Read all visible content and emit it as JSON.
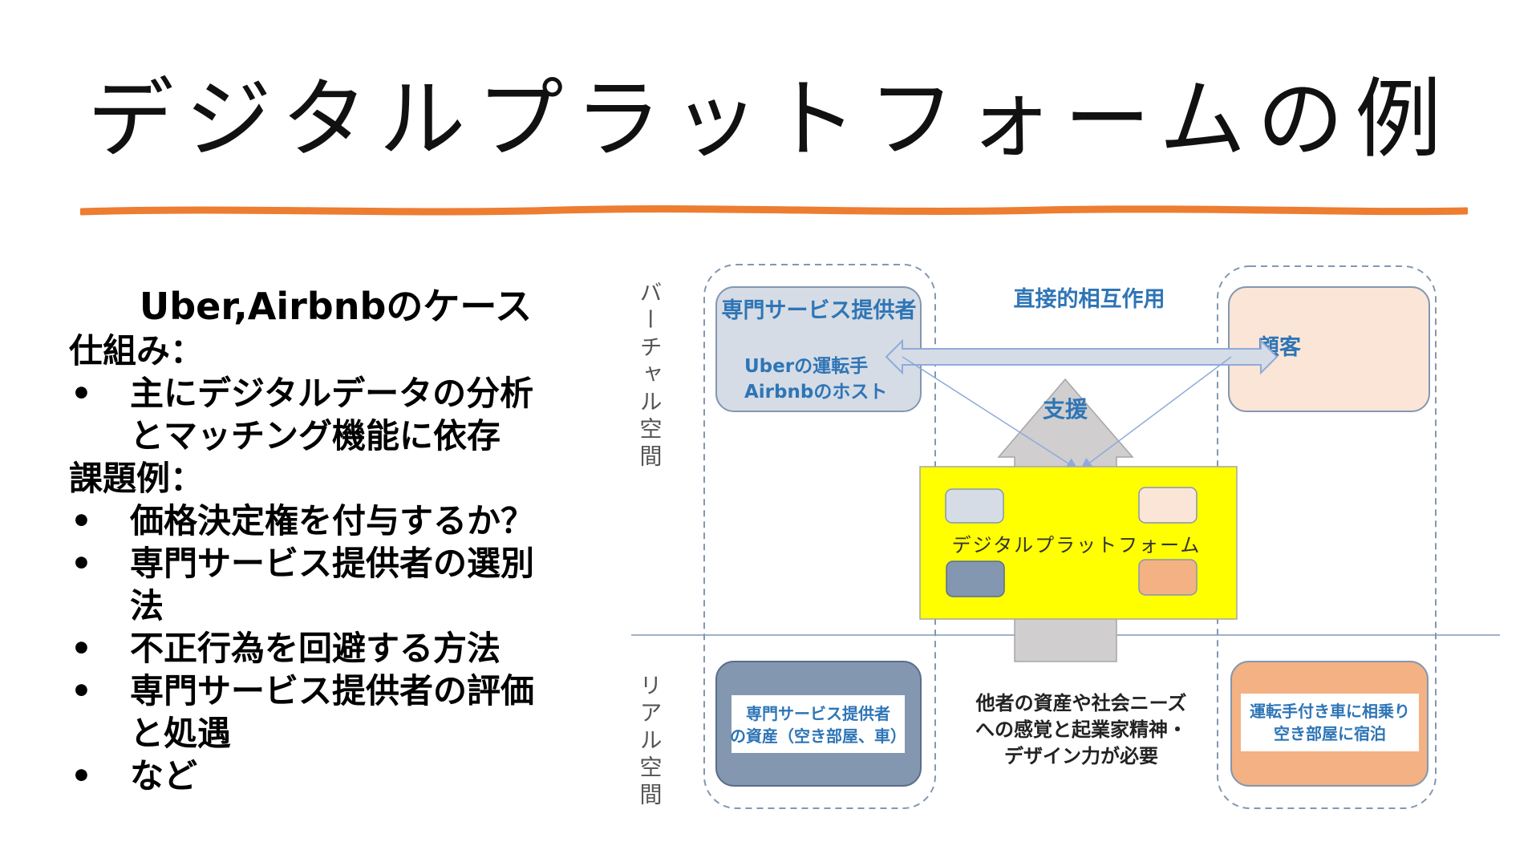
{
  "title": "デジタルプラットフォームの例",
  "accent_color": "#ED7D31",
  "left": {
    "case_title": "Uber,Airbnbのケース",
    "mechanism_heading": "仕組み：",
    "mechanism_items": [
      [
        "主にデジタルデータの分析",
        "とマッチング機能に依存"
      ]
    ],
    "issues_heading": "課題例：",
    "issue_items": [
      [
        "価格決定権を付与するか？"
      ],
      [
        "専門サービス提供者の選別",
        "法"
      ],
      [
        "不正行為を回避する方法"
      ],
      [
        "専門サービス提供者の評価",
        "と処遇"
      ],
      [
        "など"
      ]
    ]
  },
  "diagram": {
    "virtual_label": "バーチャル空間",
    "real_label": "リアル空間",
    "provider_title": "専門サービス提供者",
    "provider_line1": "Uberの運転手",
    "provider_line2": "Airbnbのホスト",
    "direct_interaction": "直接的相互作用",
    "customer": "顧客",
    "support": "支援",
    "platform_label": "デジタルプラットフォーム",
    "provider_assets_line1": "専門サービス提供者",
    "provider_assets_line2": "の資産（空き部屋、車）",
    "needs_line1": "他者の資産や社会ニーズ",
    "needs_line2": "への感覚と起業家精神・",
    "needs_line3": "デザイン力が必要",
    "customer_real_line1": "運転手付き車に相乗り",
    "customer_real_line2": "空き部屋に宿泊",
    "colors": {
      "blue_text": "#2E75B6",
      "provider_fill": "#D6DCE5",
      "customer_fill": "#FBE5D6",
      "provider_dark": "#8497B0",
      "customer_dark": "#F4B183",
      "platform_yellow": "#FFFF00",
      "dashed_border": "#8497B0"
    }
  }
}
